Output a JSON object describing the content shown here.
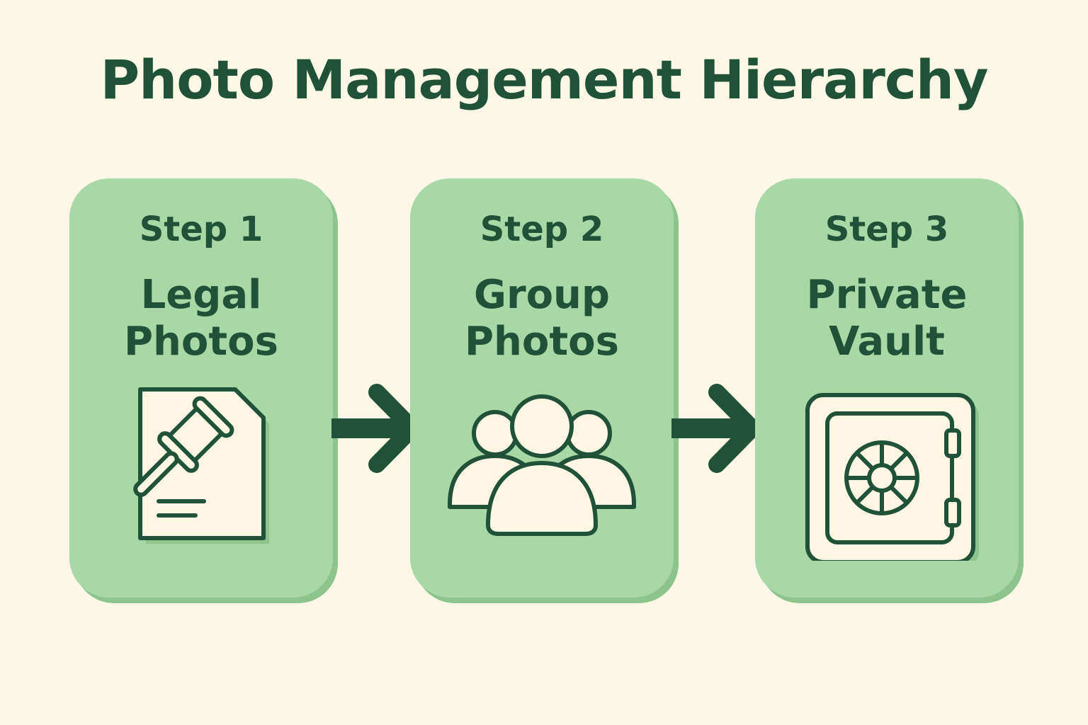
{
  "title": "Photo Management Hierarchy",
  "colors": {
    "background": "#fdf8e5",
    "card": "#a9d8a7",
    "card_shadow": "#8cc48b",
    "text": "#1f5238",
    "icon_fill": "#fdf6e3"
  },
  "steps": [
    {
      "label": "Step 1",
      "title_line1": "Legal",
      "title_line2": "Photos",
      "icon": "gavel-document-icon"
    },
    {
      "label": "Step 2",
      "title_line1": "Group",
      "title_line2": "Photos",
      "icon": "group-people-icon"
    },
    {
      "label": "Step 3",
      "title_line1": "Private",
      "title_line2": "Vault",
      "icon": "safe-vault-icon"
    }
  ],
  "connectors": [
    "right-arrow-icon",
    "right-arrow-icon"
  ]
}
